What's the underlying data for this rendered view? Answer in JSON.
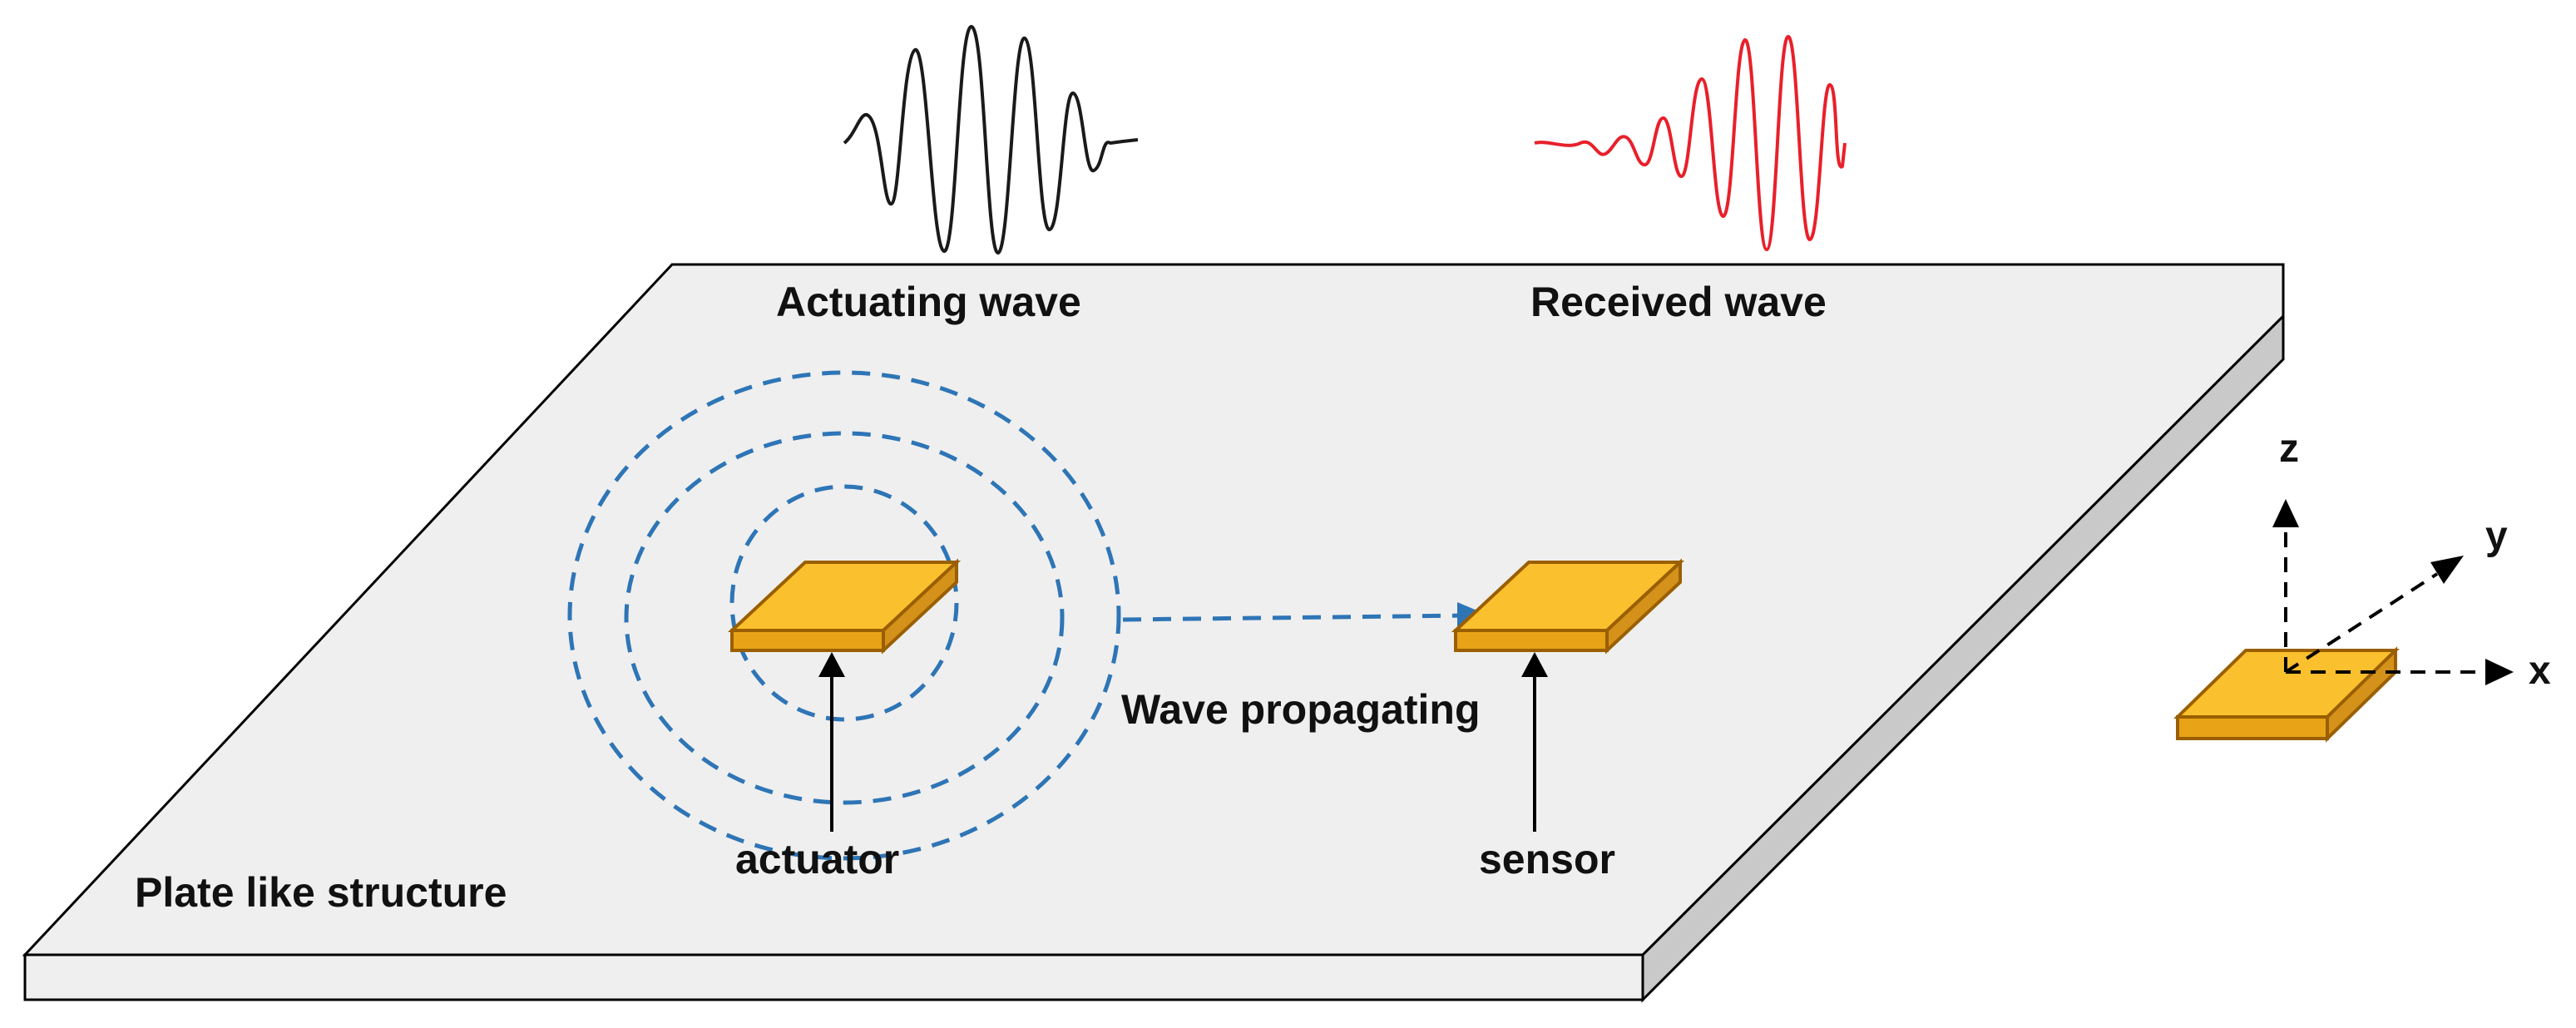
{
  "labels": {
    "actuating_wave": "Actuating wave",
    "received_wave": "Received wave",
    "wave_propagating": "Wave propagating",
    "actuator": "actuator",
    "sensor": "sensor",
    "plate": "Plate like structure"
  },
  "axes": {
    "z": "z",
    "y": "y",
    "x": "x"
  },
  "colors": {
    "plate_top": "#efefef",
    "plate_side": "#c9c9c9",
    "plate_edge": "#000000",
    "patch_top": "#fbc02d",
    "patch_side": "#e8a317",
    "patch_edge": "#9a5f00",
    "ripple": "#2e75b6",
    "actuating_signal": "#1a1a1a",
    "received_signal": "#e8202a"
  }
}
